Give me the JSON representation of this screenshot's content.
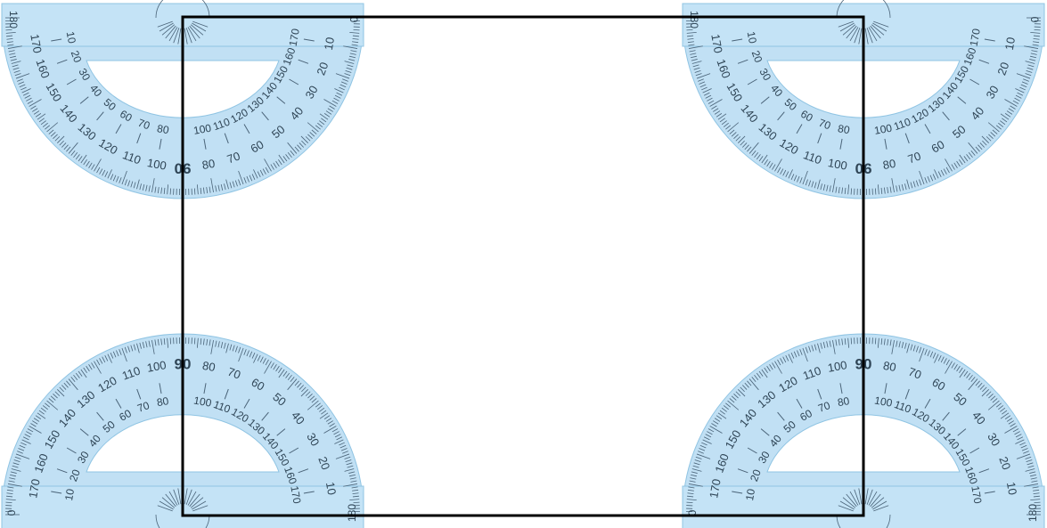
{
  "figure": {
    "rectangle": {
      "stroke": "#000000"
    },
    "protractor": {
      "color": "#b8dcf2",
      "outer_labels": [
        "10",
        "20",
        "30",
        "40",
        "50",
        "60",
        "70",
        "80",
        "90",
        "100",
        "110",
        "120",
        "130",
        "140",
        "150",
        "160",
        "170"
      ],
      "inner_labels": [
        "170",
        "160",
        "150",
        "140",
        "130",
        "120",
        "110",
        "100",
        "80",
        "70",
        "60",
        "50",
        "40",
        "30",
        "20",
        "10"
      ],
      "center_label": "90",
      "base_end_labels": {
        "left_top": "180",
        "left_bottom": "0",
        "right_top": "0",
        "right_bottom": "180"
      }
    },
    "protractors": [
      {
        "name": "protractor-top-left",
        "corner": "top-left",
        "orientation": "downward"
      },
      {
        "name": "protractor-top-right",
        "corner": "top-right",
        "orientation": "downward"
      },
      {
        "name": "protractor-bottom-left",
        "corner": "bottom-left",
        "orientation": "upward"
      },
      {
        "name": "protractor-bottom-right",
        "corner": "bottom-right",
        "orientation": "upward"
      }
    ]
  }
}
